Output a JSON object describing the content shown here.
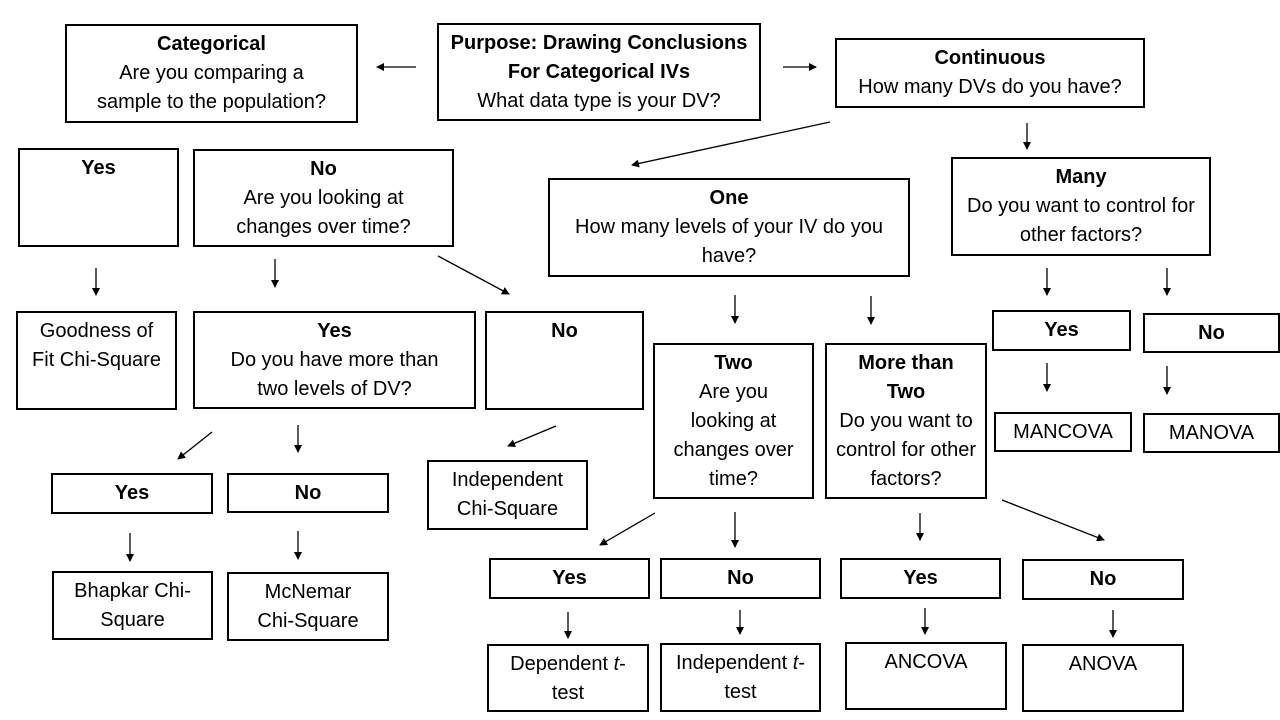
{
  "purpose": {
    "title": "Purpose: Drawing Conclusions",
    "title2": "For Categorical IVs",
    "question": "What data type is your DV?"
  },
  "categorical": {
    "title": "Categorical",
    "question": "Are you comparing a sample to the population?"
  },
  "continuous": {
    "title": "Continuous",
    "question": "How many DVs do you have?"
  },
  "cat_yes": {
    "title": "Yes"
  },
  "cat_no": {
    "title": "No",
    "question": "Are you looking at changes over time?"
  },
  "goodness_fit": {
    "text": "Goodness of Fit Chi-Square"
  },
  "time_yes": {
    "title": "Yes",
    "question": "Do you have more than two levels of DV?"
  },
  "time_no": {
    "title": "No"
  },
  "levels_yes": {
    "title": "Yes"
  },
  "levels_no": {
    "title": "No"
  },
  "independent_chi": {
    "text": "Independent Chi-Square"
  },
  "bhapkar": {
    "text": "Bhapkar Chi-Square"
  },
  "mcnemar": {
    "text": "McNemar Chi-Square"
  },
  "one": {
    "title": "One",
    "question": "How many levels of your IV do you have?"
  },
  "many": {
    "title": "Many",
    "question": "Do you want to control for other factors?"
  },
  "many_yes": {
    "title": "Yes"
  },
  "many_no": {
    "title": "No"
  },
  "mancova": {
    "text": "MANCOVA"
  },
  "manova": {
    "text": "MANOVA"
  },
  "two": {
    "title": "Two",
    "question": "Are you looking at changes over time?"
  },
  "more_than_two": {
    "title": "More than Two",
    "question": "Do you want to control for other factors?"
  },
  "two_yes": {
    "title": "Yes"
  },
  "two_no": {
    "title": "No"
  },
  "mtt_yes": {
    "title": "Yes"
  },
  "mtt_no": {
    "title": "No"
  },
  "dependent_t": {
    "pre": "Dependent ",
    "t": "t",
    "post": "-test"
  },
  "independent_t": {
    "pre": "Independent ",
    "t": "t",
    "post": "-test"
  },
  "ancova": {
    "text": "ANCOVA"
  },
  "anova": {
    "text": "ANOVA"
  }
}
